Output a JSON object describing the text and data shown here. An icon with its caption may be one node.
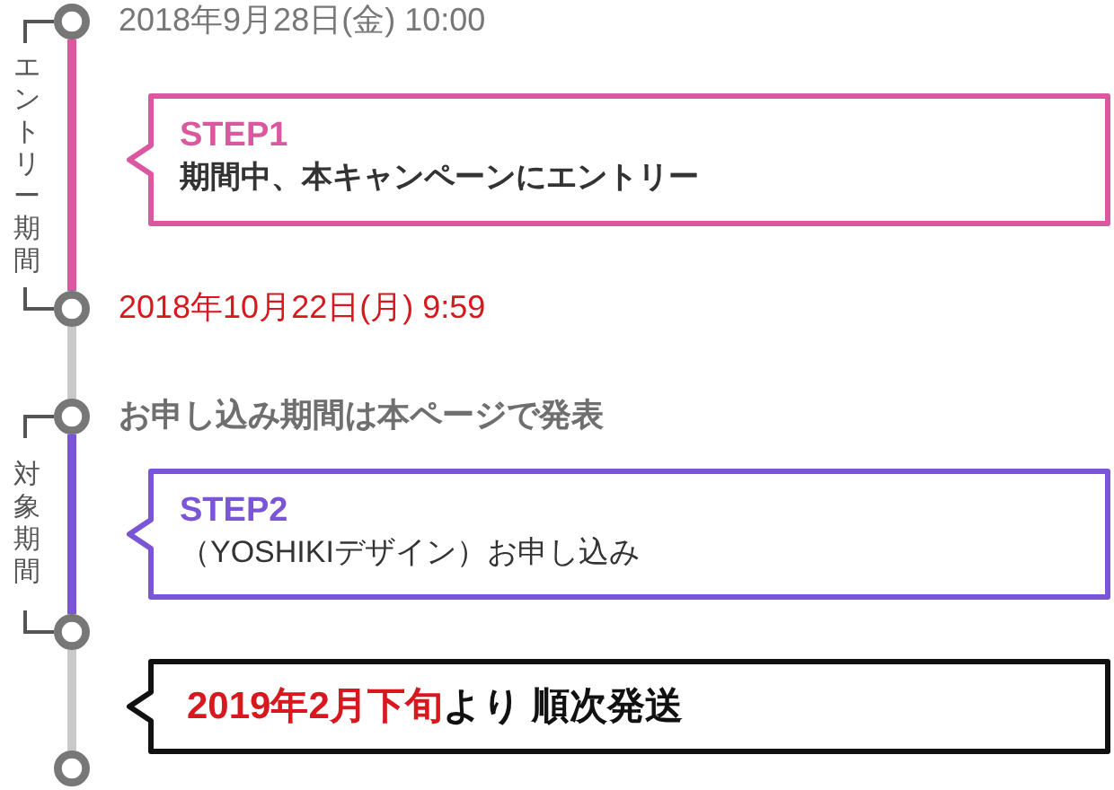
{
  "diagram": {
    "nodes": [
      {
        "text": [],
        "shape": "circle",
        "beside": [
          "2018年9月28日(金) 10:00"
        ]
      },
      {
        "text": [
          "STEP1",
          "期間中、本キャンペーンにエントリー"
        ]
      },
      {
        "text": [],
        "shape": "circle",
        "beside": [
          "2018年10月22日(月) 9:59"
        ]
      },
      {
        "text": [],
        "shape": "circle",
        "beside": [
          "お申し込み期間は本ページで発表"
        ]
      },
      {
        "text": [
          "STEP2",
          "（YOSHIKIデザイン）お申し込み"
        ]
      },
      {
        "text": [],
        "shape": "circle"
      },
      {
        "text": [
          "**2019年2月下旬**より 順次発送"
        ]
      },
      {
        "text": [],
        "shape": "circle"
      }
    ],
    "edges": [
      {
        "from": 0,
        "to": 2,
        "arrow": "none",
        "color": "#d9589f"
      },
      {
        "from": 2,
        "to": 3,
        "arrow": "none"
      },
      {
        "from": 3,
        "to": 5,
        "arrow": "none",
        "color": "#7a55d5"
      },
      {
        "from": 5,
        "to": 7,
        "arrow": "none"
      }
    ],
    "labels": [
      "エントリー期間",
      "対象期間"
    ]
  }
}
